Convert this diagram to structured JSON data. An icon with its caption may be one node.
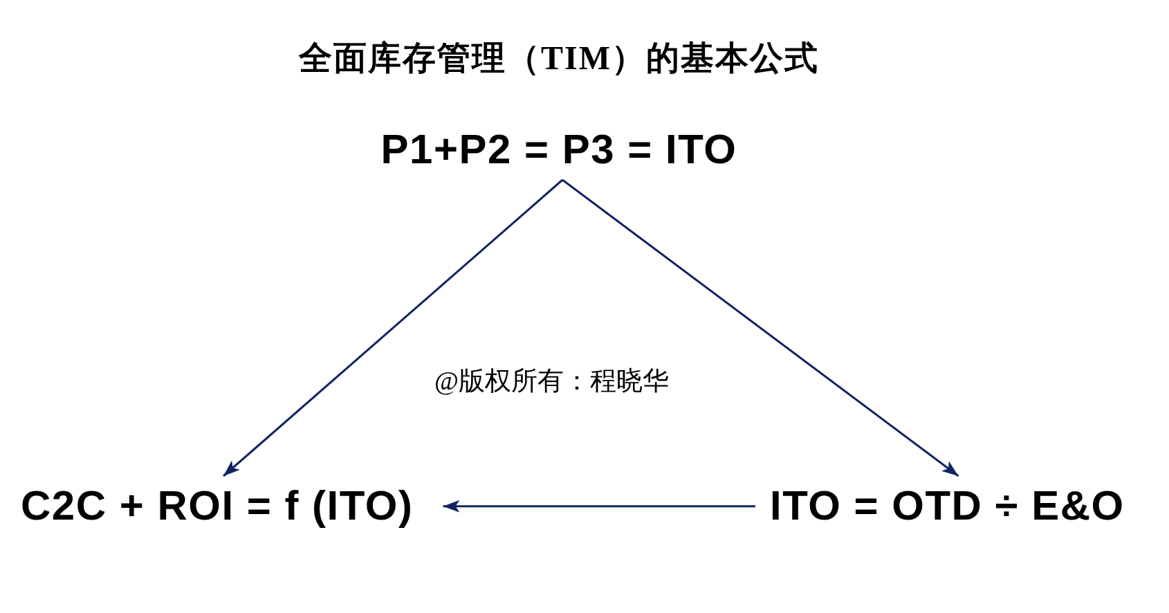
{
  "diagram": {
    "title": "全面库存管理（TIM）的基本公式",
    "nodes": [
      {
        "text": [
          "P1+P2 = P3 = ITO"
        ]
      },
      {
        "text": [
          "C2C + ROI = f (ITO)"
        ]
      },
      {
        "text": [
          "ITO = OTD ÷ E&O"
        ]
      }
    ],
    "edges": [
      {
        "from": 0,
        "to": 1,
        "arrow": "to"
      },
      {
        "from": 0,
        "to": 2,
        "arrow": "to"
      },
      {
        "from": 2,
        "to": 1,
        "arrow": "to"
      }
    ],
    "labels": [
      "@版权所有：程晓华"
    ]
  }
}
